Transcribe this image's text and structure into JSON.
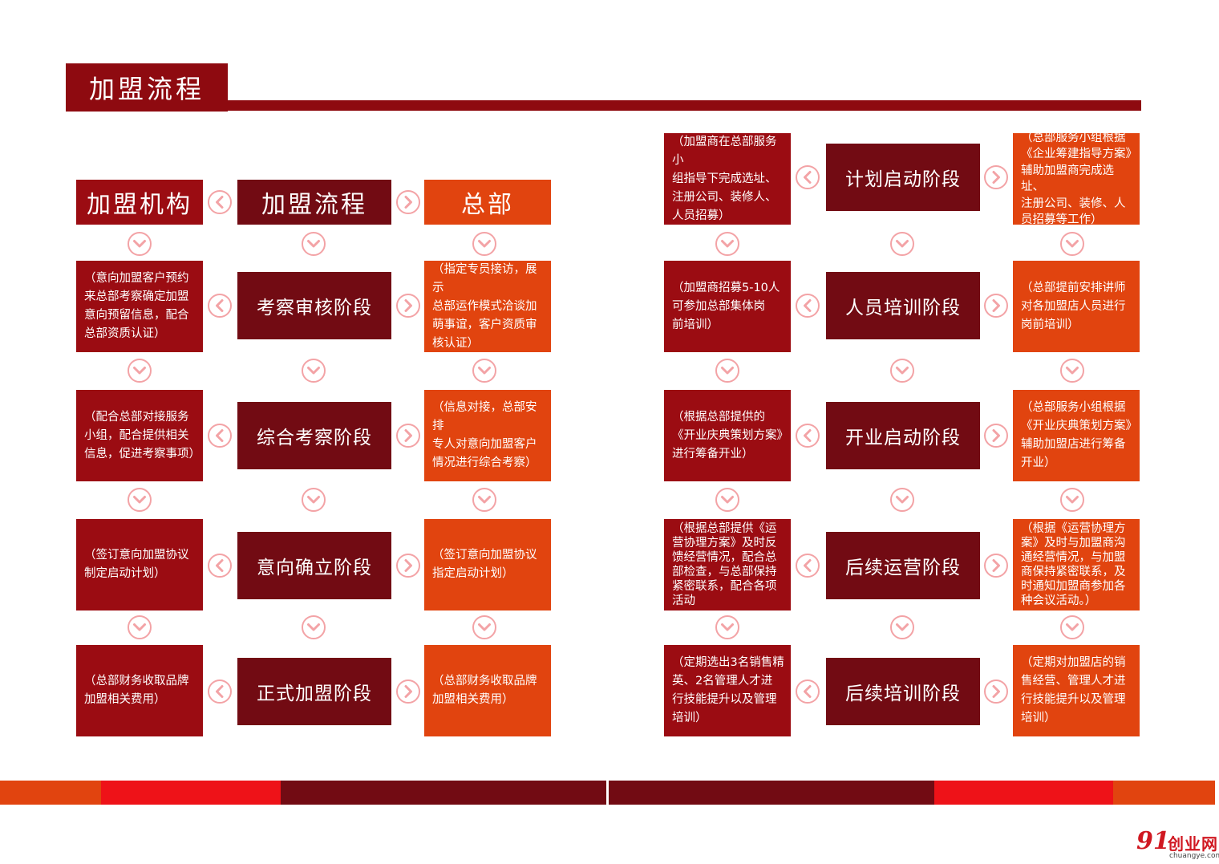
{
  "header": {
    "title": "加盟流程"
  },
  "left": {
    "column_headers": {
      "org": "加盟机构",
      "process": "加盟流程",
      "hq": "总部"
    },
    "stages": [
      {
        "name": "考察审核阶段",
        "org_desc": [
          "（意向加盟客户预约",
          "来总部考察确定加盟",
          "意向预留信息，配合",
          "总部资质认证）"
        ],
        "hq_desc": [
          "（指定专员接访，展示",
          "总部运作模式洽谈加",
          "萌事谊，客户资质审",
          "核认证）"
        ]
      },
      {
        "name": "综合考察阶段",
        "org_desc": [
          "（配合总部对接服务",
          "小组，配合提供相关",
          "信息，促进考察事项）"
        ],
        "hq_desc": [
          "（信息对接，总部安排",
          "专人对意向加盟客户",
          "情况进行综合考察）"
        ]
      },
      {
        "name": "意向确立阶段",
        "org_desc": [
          "（签订意向加盟协议",
          "制定启动计划）"
        ],
        "hq_desc": [
          "（签订意向加盟协议",
          "指定启动计划）"
        ]
      },
      {
        "name": "正式加盟阶段",
        "org_desc": [
          "（总部财务收取品牌",
          "加盟相关费用）"
        ],
        "hq_desc": [
          "（总部财务收取品牌",
          "加盟相关费用）"
        ]
      }
    ]
  },
  "right": {
    "stages": [
      {
        "name": "计划启动阶段",
        "org_desc": [
          "（加盟商在总部服务小",
          "组指导下完成选址、",
          "注册公司、装修人、",
          "人员招募）"
        ],
        "hq_desc": [
          "（总部服务小组根据",
          "《企业筹建指导方案》",
          "辅助加盟商完成选址、",
          "注册公司、装修、人",
          "员招募等工作）"
        ]
      },
      {
        "name": "人员培训阶段",
        "org_desc": [
          "（加盟商招募5-10人",
          "可参加总部集体岗",
          "前培训）"
        ],
        "hq_desc": [
          "（总部提前安排讲师",
          "对各加盟店人员进行",
          "岗前培训）"
        ]
      },
      {
        "name": "开业启动阶段",
        "org_desc": [
          "（根据总部提供的",
          "《开业庆典策划方案》",
          "进行筹备开业）"
        ],
        "hq_desc": [
          "（总部服务小组根据",
          "《开业庆典策划方案》",
          "辅助加盟店进行筹备",
          "开业）"
        ]
      },
      {
        "name": "后续运营阶段",
        "org_desc": [
          "（根据总部提供《运",
          "营协理方案》及时反",
          "馈经营情况，配合总",
          "部检查，与总部保持",
          "紧密联系，配合各项",
          "活动"
        ],
        "hq_desc": [
          "（根据《运营协理方",
          "案》及时与加盟商沟",
          "通经营情况，与加盟",
          "商保持紧密联系，及",
          "时通知加盟商参加各",
          "种会议活动。）"
        ]
      },
      {
        "name": "后续培训阶段",
        "org_desc": [
          "（定期选出3名销售精",
          "英、2名管理人才进",
          "行技能提升以及管理",
          "培训）"
        ],
        "hq_desc": [
          "（定期对加盟店的销",
          "售经营、管理人才进",
          "行技能提升以及管理",
          "培训）"
        ]
      }
    ]
  },
  "logo": {
    "number": "91",
    "name": "创业网",
    "domain": "chuangye.com"
  },
  "colors": {
    "dark_red": "#720b13",
    "red": "#9b0c12",
    "orange": "#e1440f",
    "bright_red": "#ee1218",
    "arrow": "#f3a3a6"
  }
}
